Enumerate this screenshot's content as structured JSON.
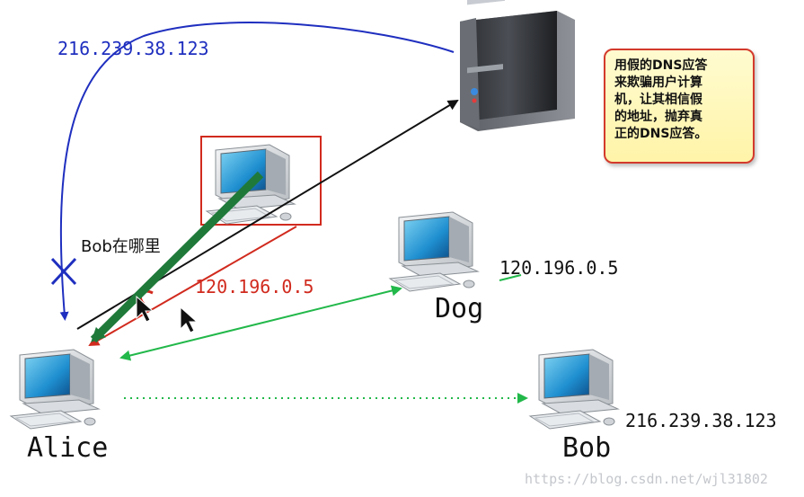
{
  "labels": {
    "server_ip_blue": "216.239.38.123",
    "question": "Bob在哪里",
    "spoofed_ip_red": "120.196.0.5",
    "dog_ip": "120.196.0.5",
    "dog_name": "Dog",
    "alice_name": "Alice",
    "bob_name": "Bob",
    "bob_ip": "216.239.38.123"
  },
  "callout": {
    "text": "用假的DNS应答\n来欺骗用户计算\n机，让其相信假\n的地址，抛弃真\n正的DNS应答。"
  },
  "watermark": "https://blog.csdn.net/wjl31802",
  "colors": {
    "blue": "#1f2fbf",
    "red": "#d12a1e",
    "green": "#22b84a",
    "dark_green": "#1f7a3a",
    "black": "#111111",
    "callout_border": "#d33a2c"
  },
  "icons": {
    "server": "dns-server-tower",
    "computer": "desktop-computer",
    "blocked": "x-mark",
    "cursor": "mouse-pointer"
  }
}
